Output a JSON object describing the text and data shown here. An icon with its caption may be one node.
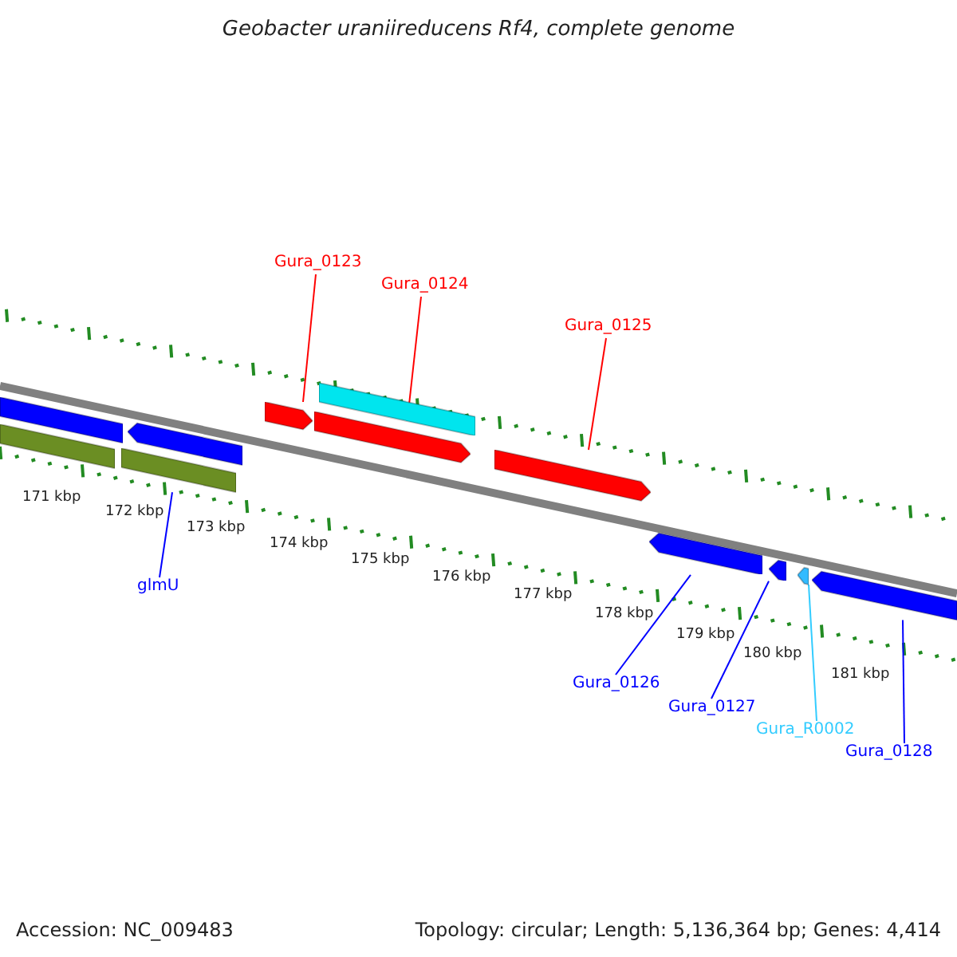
{
  "diagram": {
    "title": "Geobacter uraniireducens Rf4, complete genome",
    "nodes": [
      {
        "text": [
          "Gura_0123"
        ]
      },
      {
        "text": [
          "Gura_0124"
        ]
      },
      {
        "text": [
          "Gura_0125"
        ]
      },
      {
        "text": [
          "glmU"
        ]
      },
      {
        "text": [
          "Gura_0126"
        ]
      },
      {
        "text": [
          "Gura_0127"
        ]
      },
      {
        "text": [
          "Gura_R0002"
        ]
      },
      {
        "text": [
          "Gura_0128"
        ]
      },
      {
        "text": [],
        "shape": "arrow"
      },
      {
        "text": [],
        "shape": "arrow"
      },
      {
        "text": [],
        "shape": "arrow"
      },
      {
        "text": [],
        "shape": "arrow"
      },
      {
        "text": [],
        "shape": "arrow"
      },
      {
        "text": [],
        "shape": "arrow"
      },
      {
        "text": [],
        "shape": "arrow"
      },
      {
        "text": [],
        "shape": "arrow"
      },
      {
        "text": [],
        "shape": "arrow"
      },
      {
        "text": [],
        "shape": "arrow"
      },
      {
        "text": [],
        "shape": "arrow"
      },
      {
        "text": [],
        "shape": "arrow"
      }
    ],
    "edges": [
      {
        "from": 0,
        "to": 12,
        "arrow": "none",
        "color": "#ff0000"
      },
      {
        "from": 1,
        "to": 14,
        "arrow": "none",
        "color": "#ff0000"
      },
      {
        "from": 2,
        "to": 15,
        "arrow": "none",
        "color": "#ff0000"
      },
      {
        "from": 3,
        "to": 11,
        "arrow": "none",
        "color": "#0000ff"
      },
      {
        "from": 4,
        "to": 16,
        "arrow": "none",
        "color": "#0000ff"
      },
      {
        "from": 5,
        "to": 17,
        "arrow": "none",
        "color": "#0000ff"
      },
      {
        "from": 6,
        "to": 18,
        "arrow": "none",
        "color": "#33ccff"
      },
      {
        "from": 7,
        "to": 19,
        "arrow": "none",
        "color": "#0000ff"
      }
    ],
    "labels": [
      "171 kbp",
      "172 kbp",
      "173 kbp",
      "174 kbp",
      "175 kbp",
      "176 kbp",
      "177 kbp",
      "178 kbp",
      "179 kbp",
      "180 kbp",
      "181 kbp",
      "Accession: NC_009483",
      "Topology: circular; Length: 5,136,364 bp; Genes: 4,414"
    ]
  }
}
